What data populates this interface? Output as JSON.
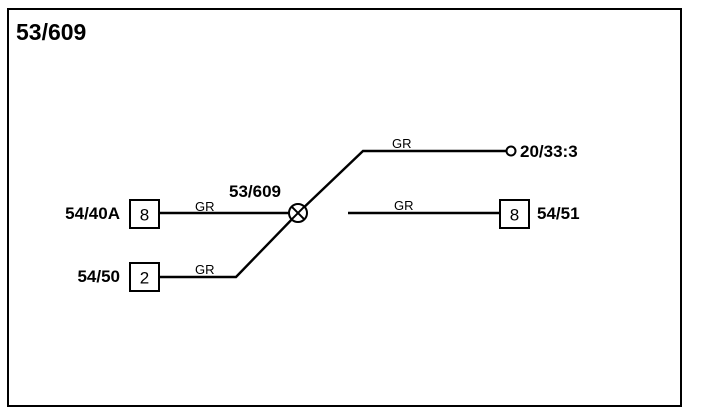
{
  "diagram": {
    "title": "53/609",
    "splice": {
      "label": "53/609"
    },
    "connectors": {
      "c5440a": {
        "name": "54/40A",
        "pin": "8"
      },
      "c5450": {
        "name": "54/50",
        "pin": "2"
      },
      "c5451": {
        "name": "54/51",
        "pin": "8"
      },
      "c2033": {
        "name": "20/33:3"
      }
    },
    "wires": {
      "w1": {
        "color_code": "GR"
      },
      "w2": {
        "color_code": "GR"
      },
      "w3": {
        "color_code": "GR"
      },
      "w4": {
        "color_code": "GR"
      }
    },
    "line_color": "#000000"
  }
}
